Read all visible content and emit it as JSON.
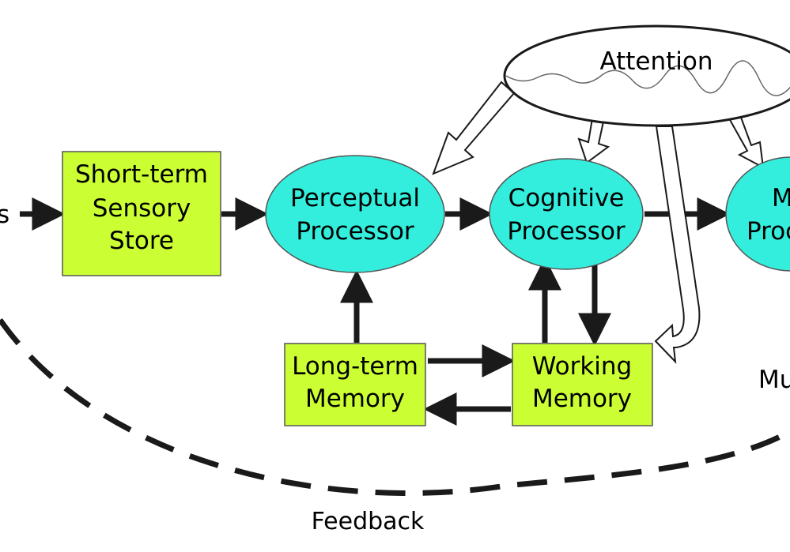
{
  "colors": {
    "box_fill": "#ccff33",
    "ellipse_fill": "#33eedd",
    "arrow": "#1a1a1a",
    "background": "#ffffff"
  },
  "input_partial": "s",
  "sensory_store": {
    "line1": "Short-term",
    "line2": "Sensory",
    "line3": "Store"
  },
  "perceptual": {
    "line1": "Perceptual",
    "line2": "Processor"
  },
  "cognitive": {
    "line1": "Cognitive",
    "line2": "Processor"
  },
  "motor_partial": {
    "line1": "M",
    "line2": "Proc"
  },
  "long_term": {
    "line1": "Long-term",
    "line2": "Memory"
  },
  "working": {
    "line1": "Working",
    "line2": "Memory"
  },
  "attention": {
    "label": "Attention"
  },
  "muscles_partial": "Mu",
  "feedback": {
    "label": "Feedback"
  }
}
